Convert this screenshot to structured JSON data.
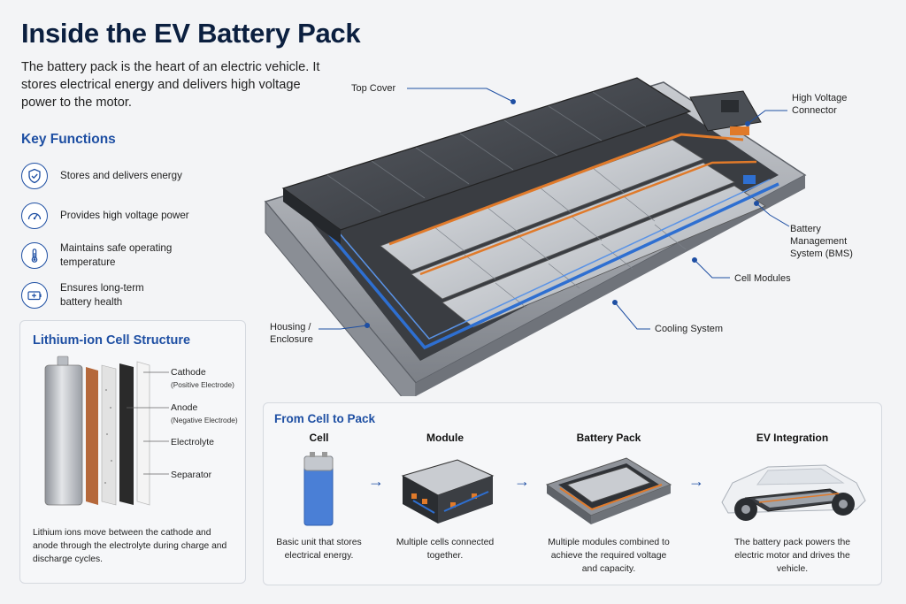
{
  "title": "Inside the EV Battery Pack",
  "intro": "The battery pack is the heart of an electric vehicle. It stores electrical energy and delivers high voltage power to the motor.",
  "key_functions": {
    "heading": "Key Functions",
    "items": [
      {
        "icon": "shield-check-icon",
        "text": "Stores and delivers energy"
      },
      {
        "icon": "gauge-icon",
        "text": "Provides high voltage power"
      },
      {
        "icon": "thermometer-icon",
        "text": "Maintains safe operating temperature"
      },
      {
        "icon": "battery-health-icon",
        "text": "Ensures long-term battery health"
      }
    ]
  },
  "cell_structure": {
    "heading": "Lithium-ion Cell Structure",
    "layers": [
      {
        "name": "Cathode",
        "sub": "(Positive Electrode)"
      },
      {
        "name": "Anode",
        "sub": "(Negative Electrode)"
      },
      {
        "name": "Electrolyte",
        "sub": ""
      },
      {
        "name": "Separator",
        "sub": ""
      }
    ],
    "description": "Lithium ions move between the cathode and anode through the electrolyte during charge and discharge cycles."
  },
  "pack_callouts": {
    "top_cover": "Top Cover",
    "hv_connector": "High Voltage Connector",
    "bms": "Battery Management System (BMS)",
    "cell_modules": "Cell Modules",
    "cooling": "Cooling System",
    "housing": "Housing / Enclosure"
  },
  "flow": {
    "heading": "From Cell to Pack",
    "stages": [
      {
        "title": "Cell",
        "desc": "Basic unit that stores electrical energy."
      },
      {
        "title": "Module",
        "desc": "Multiple cells connected together."
      },
      {
        "title": "Battery Pack",
        "desc": "Multiple modules combined to achieve the required voltage and capacity."
      },
      {
        "title": "EV Integration",
        "desc": "The battery pack powers the electric motor and drives the vehicle."
      }
    ],
    "arrow_glyph": "→"
  },
  "colors": {
    "accent": "#1e4fa3",
    "title": "#0b1f3f",
    "orange": "#e07a2a",
    "coolant": "#2e6fd1"
  }
}
